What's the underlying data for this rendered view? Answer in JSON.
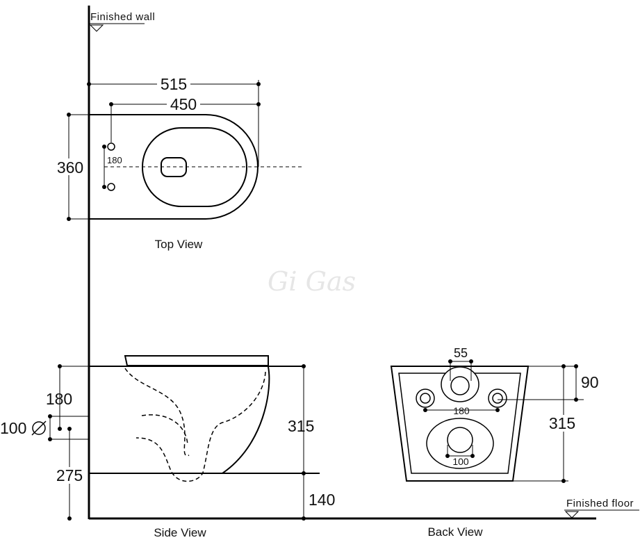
{
  "reference_labels": {
    "finished_wall": "Finished wall",
    "finished_floor": "Finished floor"
  },
  "watermark": "Gi Gas",
  "top_view": {
    "title": "Top View",
    "overall_length": "515",
    "mount_to_front": "450",
    "width": "360",
    "bolt_spacing": "180"
  },
  "side_view": {
    "title": "Side View",
    "seat_to_inlet": "180",
    "inlet_diameter": "100",
    "inlet_symbol": "∅",
    "outlet_height": "275",
    "bowl_height": "315",
    "outlet_to_floor": "140"
  },
  "back_view": {
    "title": "Back View",
    "inlet_diameter": "55",
    "bolt_spacing": "180",
    "outlet_diameter": "100",
    "bolt_height": "90",
    "height": "315"
  }
}
